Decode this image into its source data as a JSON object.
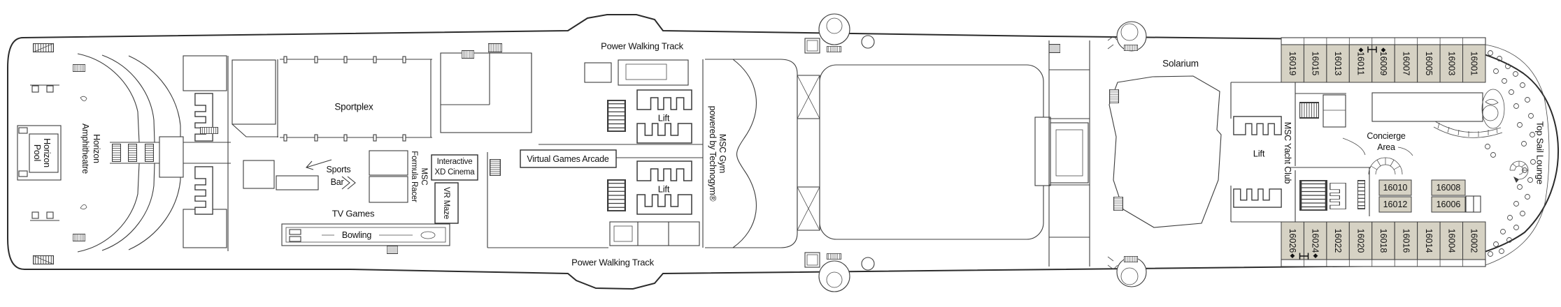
{
  "deck": {
    "labels": {
      "power_walking_track_top": "Power Walking Track",
      "power_walking_track_bottom": "Power Walking Track",
      "horizon_pool_l1": "Horizon",
      "horizon_pool_l2": "Pool",
      "horizon_amphitheatre_l1": "Horizon",
      "horizon_amphitheatre_l2": "Amphitheatre",
      "sportplex": "Sportplex",
      "sports_bar_l1": "Sports",
      "sports_bar_l2": "Bar",
      "tv_games": "TV Games",
      "bowling": "Bowling",
      "formula_racer_l1": "MSC",
      "formula_racer_l2": "Formula Racer",
      "xd_cinema_l1": "Interactive",
      "xd_cinema_l2": "XD Cinema",
      "vr_maze": "VR Maze",
      "virtual_games_arcade": "Virtual Games Arcade",
      "lift": "Lift",
      "msc_gym_l1": "MSC Gym",
      "msc_gym_l2": "powered by Technogym®",
      "solarium": "Solarium",
      "msc_yacht_club": "MSC Yacht Club",
      "concierge_l1": "Concierge",
      "concierge_l2": "Area",
      "top_sail_lounge": "Top Sail Lounge"
    },
    "cabins": {
      "top_row": [
        "16019",
        "16015",
        "16013",
        "16011",
        "16009",
        "16007",
        "16005",
        "16003",
        "16001"
      ],
      "bottom_row": [
        "16026",
        "16024",
        "16022",
        "16020",
        "16018",
        "16016",
        "16014",
        "16004",
        "16002"
      ],
      "inner_left": [
        "16010",
        "16012"
      ],
      "inner_right": [
        "16008",
        "16006"
      ]
    },
    "symbols": {
      "diamond": "◆"
    },
    "colors": {
      "cabin_fill": "#d6d2c4",
      "line_color": "#3c3c3c"
    }
  }
}
